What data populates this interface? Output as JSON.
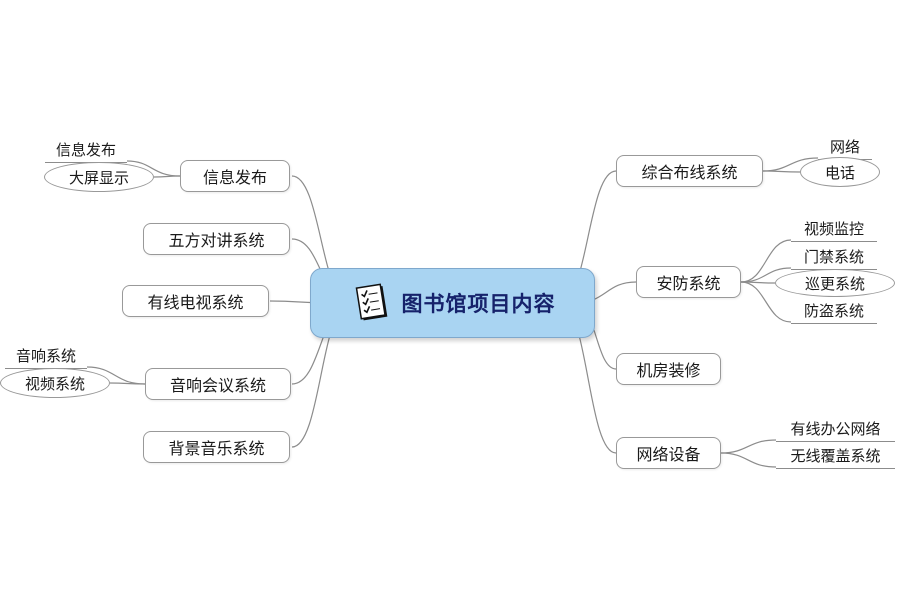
{
  "central": {
    "label": "图书馆项目内容",
    "icon": "checklist-document-icon"
  },
  "left_branches": [
    {
      "label": "信息发布",
      "children": [
        {
          "label": "信息发布",
          "style": "line"
        },
        {
          "label": "大屏显示",
          "style": "ellipse"
        }
      ]
    },
    {
      "label": "五方对讲系统",
      "children": []
    },
    {
      "label": "有线电视系统",
      "children": []
    },
    {
      "label": "音响会议系统",
      "children": [
        {
          "label": "音响系统",
          "style": "line"
        },
        {
          "label": "视频系统",
          "style": "ellipse"
        }
      ]
    },
    {
      "label": "背景音乐系统",
      "children": []
    }
  ],
  "right_branches": [
    {
      "label": "综合布线系统",
      "children": [
        {
          "label": "网络",
          "style": "line"
        },
        {
          "label": "电话",
          "style": "ellipse"
        }
      ]
    },
    {
      "label": "安防系统",
      "children": [
        {
          "label": "视频监控",
          "style": "line"
        },
        {
          "label": "门禁系统",
          "style": "line"
        },
        {
          "label": "巡更系统",
          "style": "ellipse"
        },
        {
          "label": "防盗系统",
          "style": "line"
        }
      ]
    },
    {
      "label": "机房装修",
      "children": []
    },
    {
      "label": "网络设备",
      "children": [
        {
          "label": "有线办公网络",
          "style": "line"
        },
        {
          "label": "无线覆盖系统",
          "style": "line"
        }
      ]
    }
  ],
  "colors": {
    "central_fill": "#a9d4f2",
    "central_border": "#7fa8cc",
    "central_text": "#16226b",
    "node_border": "#999999",
    "connector": "#8c8c8c"
  }
}
